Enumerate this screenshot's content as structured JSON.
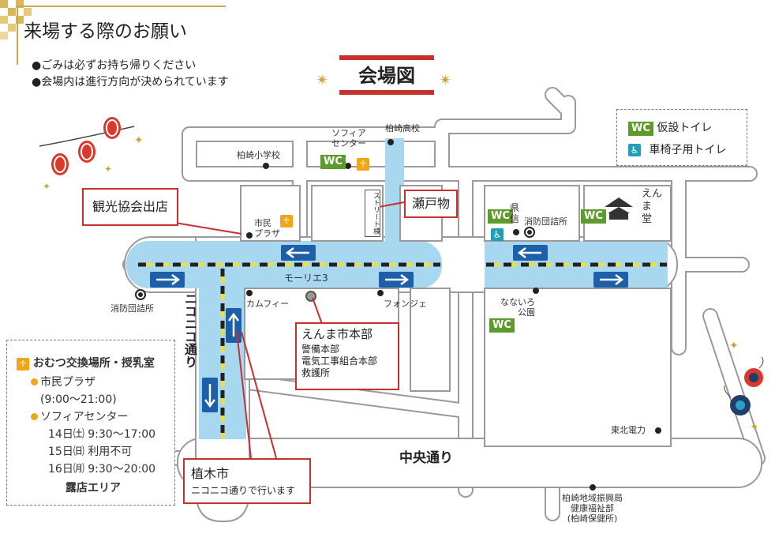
{
  "header": {
    "title": "来場する際のお願い",
    "rules": [
      "●ごみは必ずお持ち帰りください",
      "●会場内は進行方向が決められています"
    ],
    "map_title": "会場図"
  },
  "legend_top": {
    "temp_toilet": "仮設トイレ",
    "wheelchair_toilet": "車椅子用トイレ",
    "wc_label": "WC"
  },
  "places": {
    "kashiwazaki_elementary": "柏崎小学校",
    "sophia_center": "ソフィア\nセンター",
    "kashiwazaki_high": "柏崎高校",
    "street_building": "ストリート棟",
    "civic_plaza": "市民\nプラザ",
    "prefecture_bank": "県\n信",
    "fire_station_1": "消防団詰所",
    "enma_hall": "えん\nま\n堂",
    "morie3": "モーリエ3",
    "fire_station_2": "消防団詰所",
    "camfy": "カムフィー",
    "fonjie": "フォンジェ",
    "nanairo_park": "なないろ\n公園",
    "tohoku_electric": "東北電力",
    "chuo_dori": "中央通り",
    "nikoniko_dori": "ニコニコ通り",
    "health_office": "柏崎地域振興局\n健康福祉部\n(柏崎保健所)"
  },
  "callouts": {
    "tourism": "観光協会出店",
    "setomono": "瀬戸物",
    "enma_hq_title": "えんま市本部",
    "enma_hq_items": [
      "警備本部",
      "電気工事組合本部",
      "救護所"
    ],
    "ueki_title": "植木市",
    "ueki_sub": "ニコニコ通りで行います"
  },
  "legend_left": {
    "title": "おむつ交換場所・授乳室",
    "plaza": "市民プラザ",
    "plaza_hours": "(9:00〜21:00)",
    "sophia": "ソフィアセンター",
    "day14": "14日㈯ 9:30〜17:00",
    "day15": "15日㈰ 利用不可",
    "day16": "16日㈪ 9:30〜20:00",
    "stall_area": "露店エリア"
  },
  "colors": {
    "road_fill": "#ffffff",
    "road_border": "#9a9a9a",
    "stall_area": "#a8d8f0",
    "accent_red": "#c8302e",
    "wc_green": "#5f9a2c",
    "access_blue": "#1f9fb8",
    "nursing_orange": "#f2a516",
    "arrow_blue": "#1d5fa8"
  }
}
